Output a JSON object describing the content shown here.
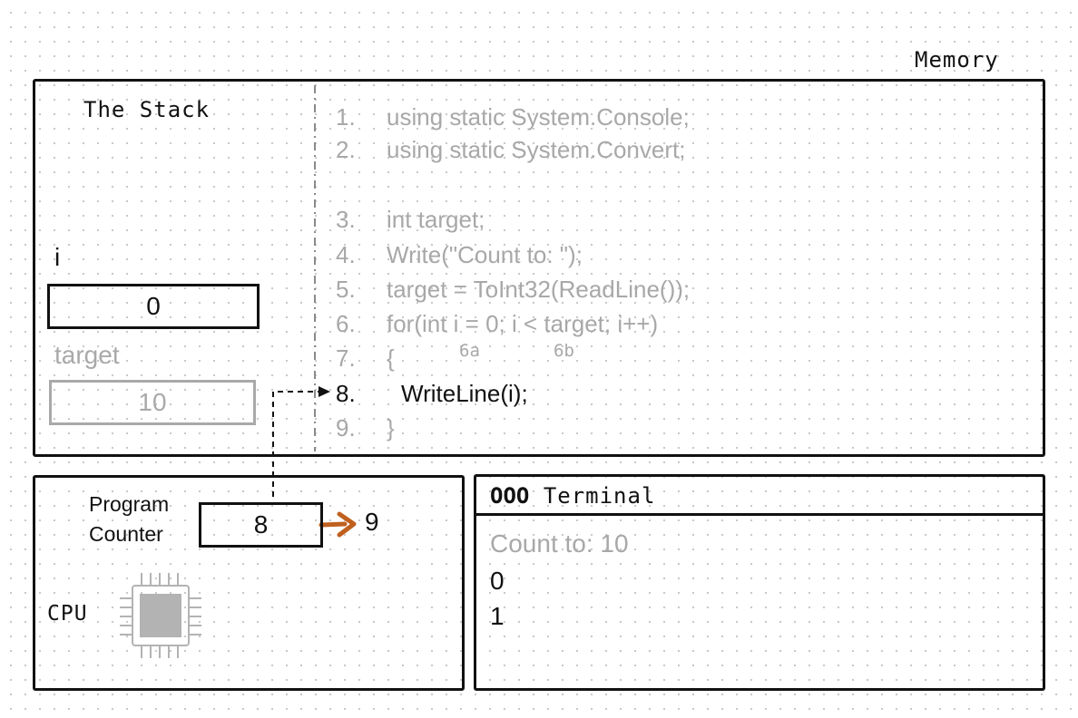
{
  "memory": {
    "label": "Memory"
  },
  "stack": {
    "label": "The Stack",
    "variables": [
      {
        "name": "i",
        "value": "0"
      },
      {
        "name": "target",
        "value": "10"
      }
    ]
  },
  "code": {
    "lines": [
      {
        "num": "1.",
        "text": "using static System.Console;"
      },
      {
        "num": "2.",
        "text": "using static System.Convert;"
      },
      {
        "num": "3.",
        "text": "int target;"
      },
      {
        "num": "4.",
        "text": "Write(\"Count to: \");"
      },
      {
        "num": "5.",
        "text": "target = ToInt32(ReadLine());"
      },
      {
        "num": "6.",
        "text": "for(int i =  0; i < target; i++)"
      },
      {
        "num": "7.",
        "text": "{"
      },
      {
        "num": "8.",
        "text": "WriteLine(i);"
      },
      {
        "num": "9.",
        "text": "}"
      }
    ],
    "active_line": "8.",
    "step_labels": [
      "6a",
      "6b"
    ]
  },
  "cpu": {
    "label": "CPU",
    "program_counter": {
      "label_line1": "Program",
      "label_line2": "Counter",
      "value": "8",
      "next_value": "9"
    }
  },
  "terminal": {
    "dots": "OOO",
    "title": "Terminal",
    "output": [
      "Count to: 10",
      "0",
      "1"
    ]
  },
  "colors": {
    "ink": "#111111",
    "muted": "#a8a8a8",
    "arrow": "#c0601e"
  }
}
